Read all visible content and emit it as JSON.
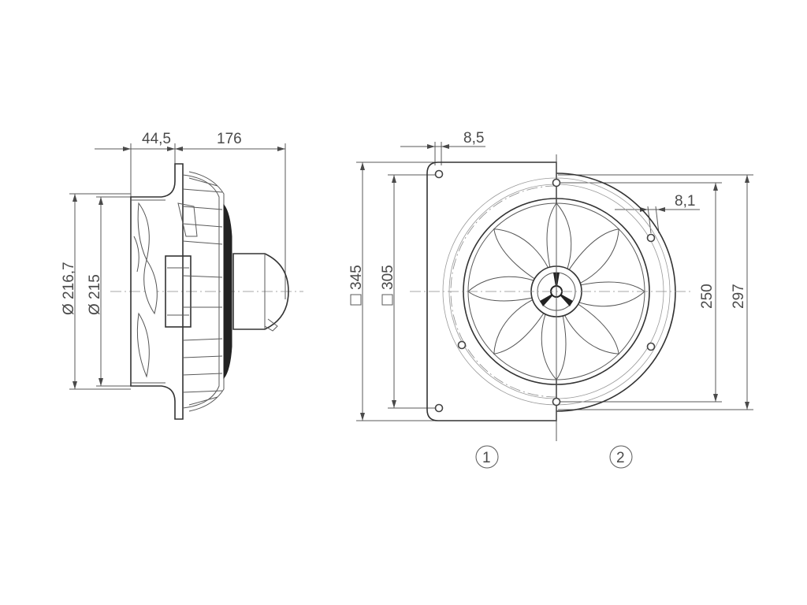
{
  "side_view": {
    "dim_flange": "44,5",
    "dim_body": "176",
    "dia_outer": "Ø 216,7",
    "dia_inner": "Ø 215"
  },
  "front_view": {
    "dim_hole": "8,5",
    "dim_hole_right": "8,1",
    "square_outer": "345",
    "square_inner": "305",
    "dim_250": "250",
    "dim_297": "297",
    "label_1": "1",
    "label_2": "2"
  },
  "colors": {
    "line": "#5a5a5a",
    "text": "#4a4a4a"
  }
}
